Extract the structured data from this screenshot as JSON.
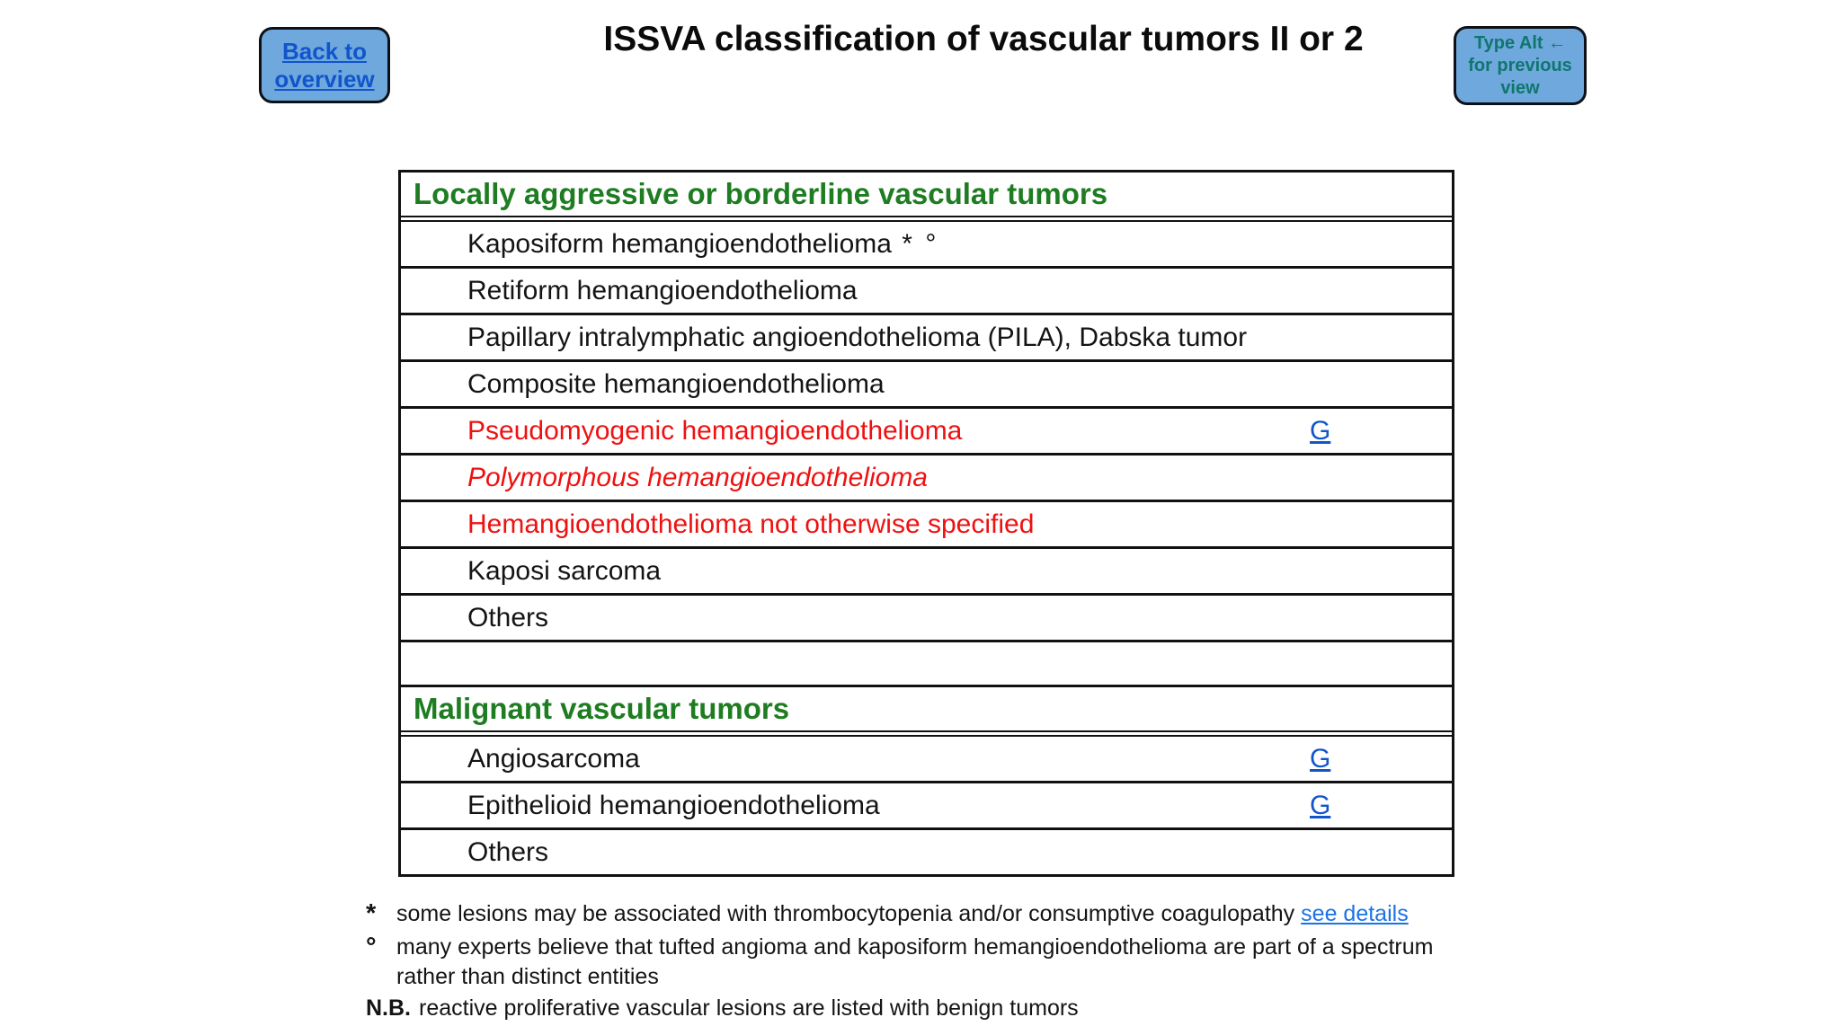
{
  "header": {
    "title": "ISSVA classification of vascular tumors II or 2",
    "back_button": {
      "line1": "Back to",
      "line2": "overview"
    },
    "alt_button": {
      "line1": "Type Alt ←",
      "line2": "for previous",
      "line3": "view"
    }
  },
  "table": {
    "sections": [
      {
        "header": "Locally aggressive or borderline vascular tumors",
        "rows": [
          {
            "label": "Kaposiform hemangioendothelioma",
            "markers": "* °"
          },
          {
            "label": "Retiform hemangioendothelioma"
          },
          {
            "label": "Papillary intralymphatic angioendothelioma (PILA), Dabska tumor"
          },
          {
            "label": "Composite hemangioendothelioma"
          },
          {
            "label": "Pseudomyogenic hemangioendothelioma",
            "style": "red",
            "link": "G"
          },
          {
            "label": "Polymorphous hemangioendothelioma",
            "style": "red-italic"
          },
          {
            "label": "Hemangioendothelioma not otherwise specified",
            "style": "red"
          },
          {
            "label": "Kaposi sarcoma"
          },
          {
            "label": "Others"
          },
          {
            "label": "",
            "empty": true
          }
        ]
      },
      {
        "header": "Malignant vascular tumors",
        "rows": [
          {
            "label": "Angiosarcoma",
            "link": "G"
          },
          {
            "label": "Epithelioid hemangioendothelioma",
            "link": "G"
          },
          {
            "label": "Others"
          }
        ]
      }
    ]
  },
  "footnotes": {
    "fn1": {
      "marker": "*",
      "text": "some lesions may be associated with thrombocytopenia and/or consumptive coagulopathy",
      "link": "see details"
    },
    "fn2": {
      "marker": "°",
      "line1": "many experts believe that tufted angioma and kaposiform hemangioendothelioma are part of a spectrum",
      "line2": "rather than distinct entities"
    },
    "nb": {
      "marker": "N.B.",
      "text": "reactive proliferative vascular lesions are listed with benign tumors"
    }
  },
  "colors": {
    "header_green": "#1E7C21",
    "entity_red": "#EE1111",
    "link_blue": "#1155CC",
    "see_details_blue": "#1A73E8",
    "button_fill": "#6FA8DC",
    "button_border": "#0D1117",
    "teal_text": "#0F766E",
    "table_border": "#111111"
  }
}
